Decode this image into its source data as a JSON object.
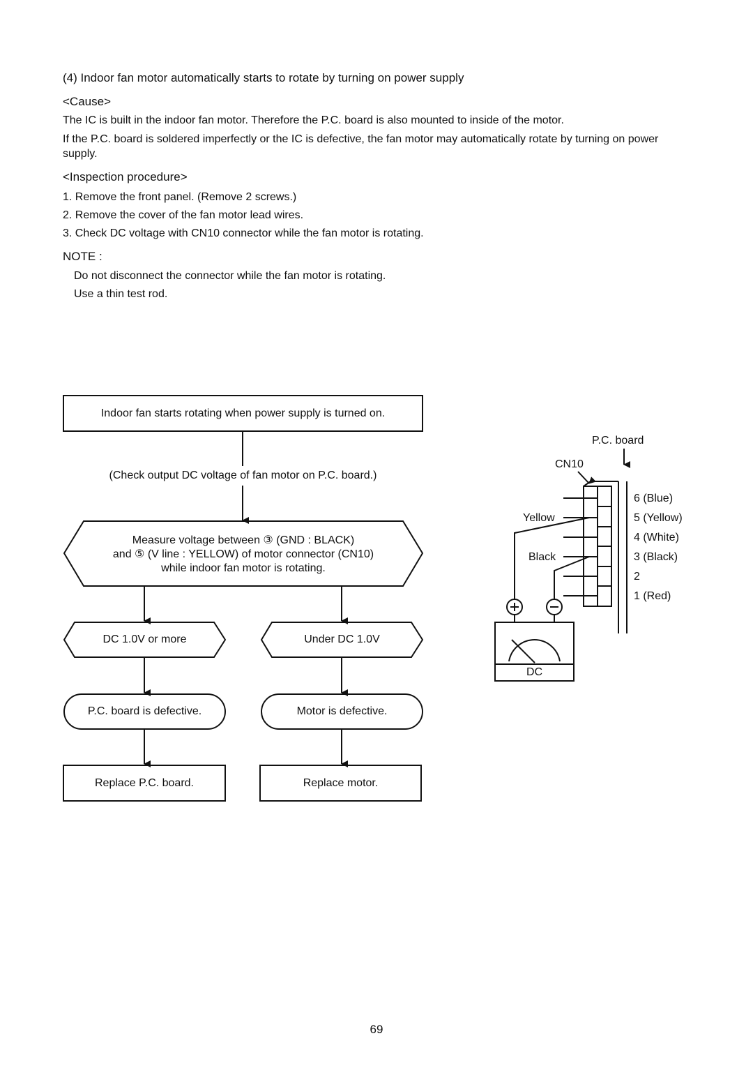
{
  "heading": "(4) Indoor fan motor automatically starts to rotate by turning on power supply",
  "cause_label": "<Cause>",
  "cause_lines": [
    "The IC is built in the indoor fan motor.  Therefore the P.C. board is also mounted to inside of the motor.",
    "If the P.C. board is soldered imperfectly or the IC is defective, the fan motor may automatically rotate by turning on power supply."
  ],
  "inspection_label": "<Inspection procedure>",
  "steps": [
    "1.  Remove the front panel. (Remove 2 screws.)",
    "2.  Remove the cover of the fan motor lead wires.",
    "3.  Check DC voltage with CN10 connector while the fan motor is rotating."
  ],
  "note_label": "NOTE :",
  "note_lines": [
    "Do not disconnect the connector while the fan motor is rotating.",
    "Use a thin test rod."
  ],
  "flow": {
    "start": "Indoor fan starts rotating when power supply  is turned on.",
    "check": "(Check output DC voltage of fan motor on P.C. board.)",
    "measure_line1": "Measure voltage between  ③ (GND : BLACK)",
    "measure_line2": "and ⑤ (V line : YELLOW) of motor connector (CN10)",
    "measure_line3": "while indoor fan motor is rotating.",
    "left_cond": "DC 1.0V or more",
    "right_cond": "Under DC 1.0V",
    "left_result": "P.C. board is defective.",
    "right_result": "Motor is defective.",
    "left_action": "Replace P.C. board.",
    "right_action": "Replace  motor."
  },
  "connector": {
    "pc_board": "P.C. board",
    "cn10": "CN10",
    "pins": [
      "6 (Blue)",
      "5 (Yellow)",
      "4 (White)",
      "3 (Black)",
      "2",
      "1 (Red)"
    ],
    "yellow": "Yellow",
    "black": "Black",
    "meter": "DC"
  },
  "page_number": "69"
}
